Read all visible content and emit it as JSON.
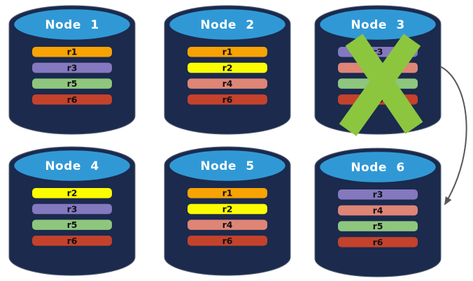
{
  "diagram": {
    "background": "#ffffff",
    "node_style": {
      "body_color": "#1b2a4d",
      "top_color": "#3099d5",
      "title_color": "#ffffff"
    },
    "partition_colors": {
      "r1": "#f8a304",
      "r2": "#fcfc00",
      "r3": "#8478bf",
      "r4": "#de8576",
      "r5": "#8fc67e",
      "r6": "#c4422c"
    },
    "nodes": [
      {
        "id": "node-1",
        "label": "Node 1",
        "partitions": [
          "r1",
          "r3",
          "r5",
          "r6"
        ],
        "failed": false
      },
      {
        "id": "node-2",
        "label": "Node 2",
        "partitions": [
          "r1",
          "r2",
          "r4",
          "r6"
        ],
        "failed": false
      },
      {
        "id": "node-3",
        "label": "Node 3",
        "partitions": [
          "r3",
          "r4",
          "r5",
          "r6"
        ],
        "failed": true
      },
      {
        "id": "node-4",
        "label": "Node 4",
        "partitions": [
          "r2",
          "r3",
          "r5",
          "r6"
        ],
        "failed": false
      },
      {
        "id": "node-5",
        "label": "Node 5",
        "partitions": [
          "r1",
          "r2",
          "r4",
          "r6"
        ],
        "failed": false
      },
      {
        "id": "node-6",
        "label": "Node 6",
        "partitions": [
          "r3",
          "r4",
          "r5",
          "r6"
        ],
        "failed": false
      }
    ],
    "annotations": {
      "failure_x": {
        "on_node": "node-3",
        "color": "#8cc63f"
      },
      "failover_arrow": {
        "from_node": "node-3",
        "to_node": "node-6",
        "color": "#575757"
      }
    }
  }
}
